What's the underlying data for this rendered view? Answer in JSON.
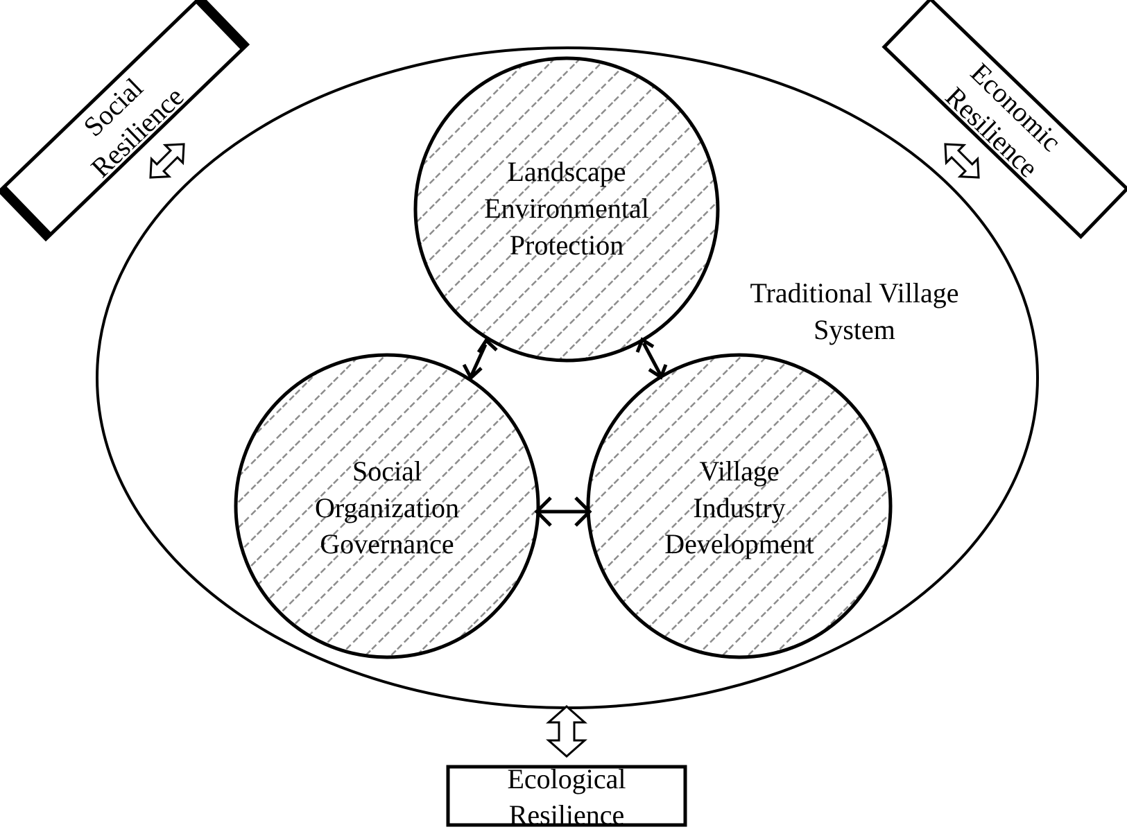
{
  "colors": {
    "stroke": "#000000",
    "hatch": "#8c8c8c",
    "background": "#ffffff"
  },
  "system": {
    "line1": "Traditional Village",
    "line2": "System"
  },
  "subsystems": {
    "landscape": {
      "line1": "Landscape",
      "line2": "Environmental",
      "line3": "Protection"
    },
    "social_org": {
      "line1": "Social",
      "line2": "Organization",
      "line3": "Governance"
    },
    "village_industry": {
      "line1": "Village",
      "line2": "Industry",
      "line3": "Development"
    }
  },
  "resilience": {
    "social": {
      "line1": "Social",
      "line2": "Resilience"
    },
    "economic": {
      "line1": "Economic",
      "line2": "Resilience"
    },
    "ecological": {
      "line1": "Ecological",
      "line2": "Resilience"
    }
  }
}
